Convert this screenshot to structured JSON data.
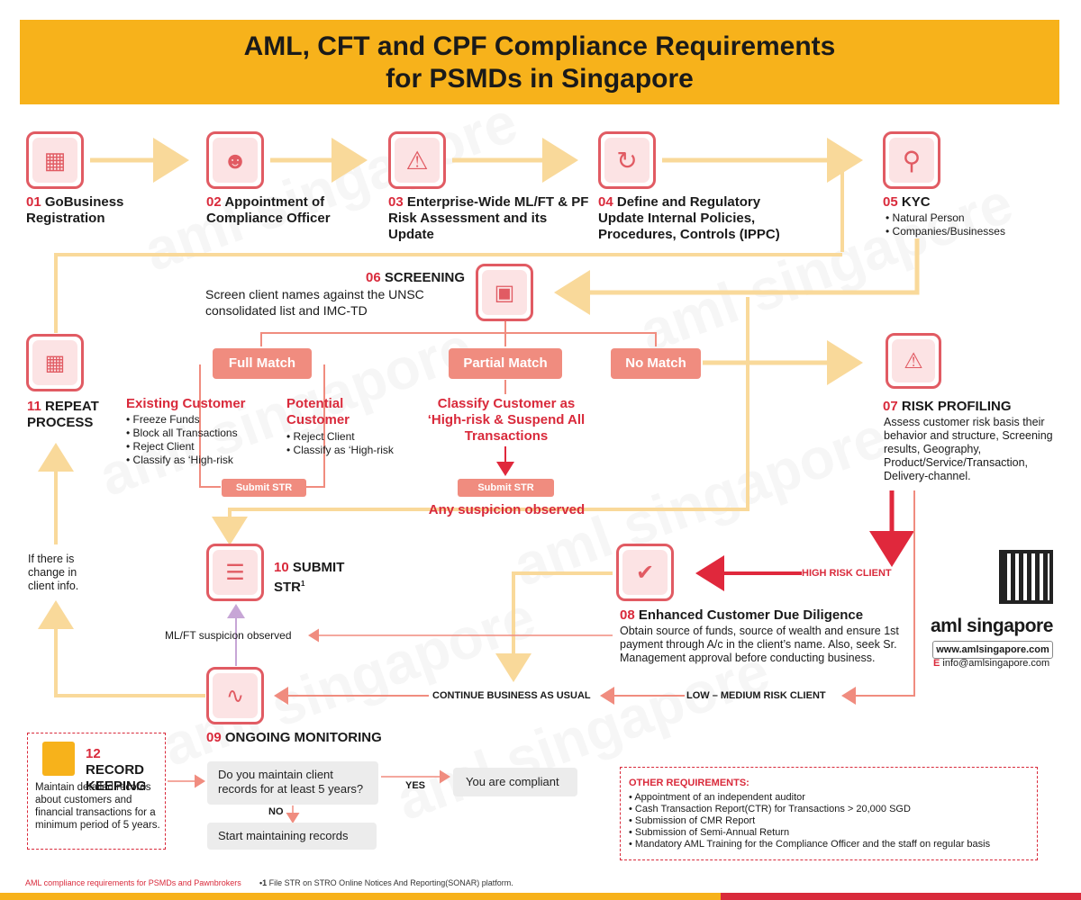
{
  "header": {
    "line1": "AML, CFT and CPF Compliance Requirements",
    "line2": "for PSMDs in Singapore"
  },
  "watermark": "aml singapore",
  "steps": {
    "s01": {
      "num": "01",
      "label": "GoBusiness Registration"
    },
    "s02": {
      "num": "02",
      "label": "Appointment of Compliance Officer"
    },
    "s03": {
      "num": "03",
      "label": "Enterprise-Wide ML/FT & PF Risk Assessment and its Update"
    },
    "s04": {
      "num": "04",
      "label": "Define and Regulatory Update Internal Policies, Procedures, Controls (IPPC)"
    },
    "s05": {
      "num": "05",
      "label": "KYC",
      "items": [
        "Natural Person",
        "Companies/Businesses"
      ]
    },
    "s06": {
      "num": "06",
      "label": "SCREENING",
      "desc": "Screen client names against the UNSC consolidated list and IMC-TD"
    },
    "s07": {
      "num": "07",
      "label": "RISK PROFILING",
      "desc": "Assess customer risk basis their behavior and structure, Screening results, Geography, Product/Service/Transaction, Delivery-channel."
    },
    "s08": {
      "num": "08",
      "label": "Enhanced Customer Due Diligence",
      "desc": "Obtain source of funds, source of wealth and ensure 1st payment through A/c in the client’s name. Also, seek Sr. Management approval before conducting business."
    },
    "s09": {
      "num": "09",
      "label": "ONGOING MONITORING"
    },
    "s10": {
      "num": "10",
      "label": "SUBMIT STR",
      "sup": "1"
    },
    "s11": {
      "num": "11",
      "label": "REPEAT PROCESS"
    },
    "s12": {
      "num": "12",
      "label": "RECORD KEEPING",
      "desc": "Maintain detailed records about customers and financial transactions for a minimum period of 5 years."
    }
  },
  "match": {
    "full": "Full Match",
    "partial": "Partial Match",
    "none": "No Match",
    "existing_title": "Existing Customer",
    "existing_items": [
      "Freeze Funds",
      "Block all Transactions",
      "Reject Client",
      "Classify as ‘High-risk"
    ],
    "potential_title": "Potential Customer",
    "potential_items": [
      "Reject Client",
      "Classify as ‘High-risk"
    ],
    "partial_action": "Classify Customer as ‘High-risk & Suspend All Transactions",
    "submit_str": "Submit STR",
    "suspicion": "Any suspicion observed"
  },
  "flow_labels": {
    "high_risk": "HIGH RISK CLIENT",
    "low_medium": "LOW – MEDIUM RISK CLIENT",
    "continue": "CONTINUE BUSINESS AS USUAL",
    "mlft": "ML/FT suspicion observed",
    "change_info": "If there is change in client info."
  },
  "records": {
    "question": "Do you maintain client records for at least 5 years?",
    "yes": "YES",
    "no": "NO",
    "compliant": "You are compliant",
    "start": "Start maintaining records"
  },
  "other": {
    "title": "OTHER REQUIREMENTS:",
    "items": [
      "Appointment of an independent auditor",
      "Cash Transaction Report(CTR) for Transactions > 20,000 SGD",
      "Submission of CMR Report",
      "Submission of Semi-Annual Return",
      "Mandatory AML Training for the Compliance Officer and the staff on regular basis"
    ]
  },
  "brand": {
    "name": "aml singapore",
    "url": "www.amlsingapore.com",
    "email_label": "E",
    "email": "info@amlsingapore.com"
  },
  "footer": {
    "left": "AML compliance requirements for PSMDs and Pawnbrokers",
    "note_mark": "•1",
    "note": "File STR on STRO Online Notices And Reporting(SONAR) platform."
  },
  "colors": {
    "accent": "#f7b21b",
    "red": "#d92a3b",
    "pink": "#f08c7f",
    "arrow": "#f9d99a"
  }
}
